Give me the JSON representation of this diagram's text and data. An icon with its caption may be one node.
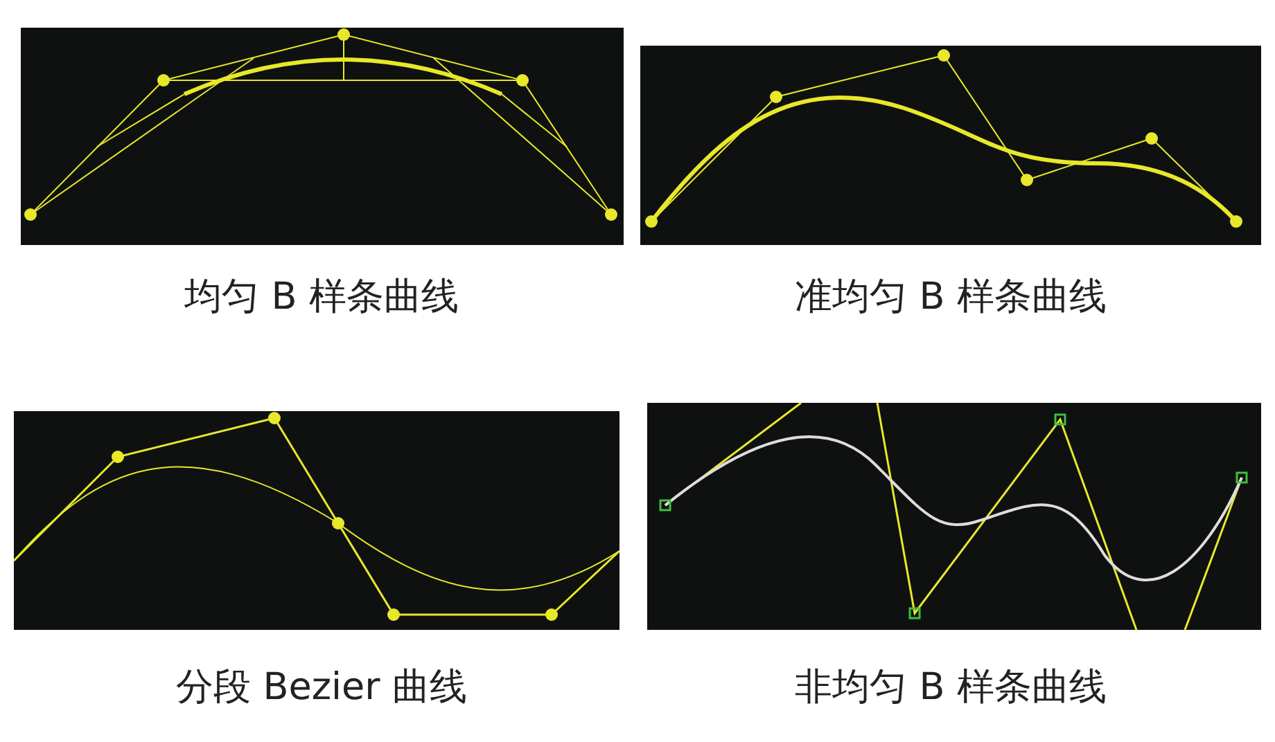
{
  "diagram": {
    "labels": [
      "均匀 B 样条曲线",
      "准均匀 B 样条曲线",
      "分段 Bezier 曲线",
      "非均匀 B 样条曲线"
    ]
  }
}
